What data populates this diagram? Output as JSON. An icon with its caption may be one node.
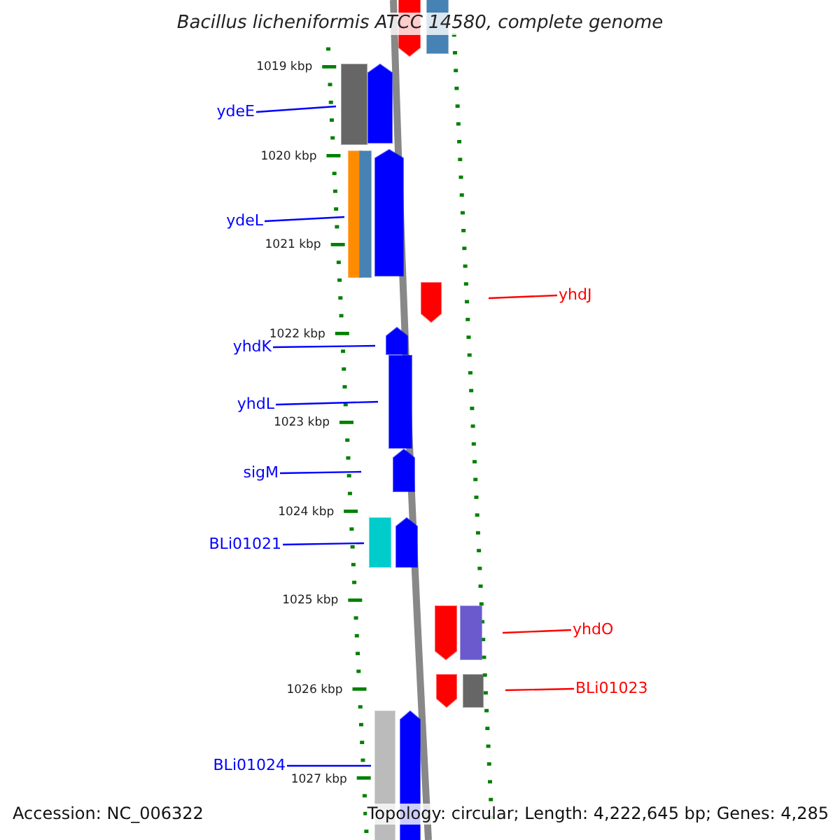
{
  "diagram": {
    "title": "Bacillus licheniformis ATCC 14580, complete genome",
    "nodes": [
      {
        "text": [
          "ydeE"
        ]
      },
      {
        "text": [
          "ydeL"
        ]
      },
      {
        "text": [
          "yhdJ"
        ]
      },
      {
        "text": [
          "yhdK"
        ]
      },
      {
        "text": [
          "yhdL"
        ]
      },
      {
        "text": [
          "sigM"
        ]
      },
      {
        "text": [
          "BLi01021"
        ]
      },
      {
        "text": [
          "yhdO"
        ]
      },
      {
        "text": [
          "BLi01023"
        ]
      },
      {
        "text": [
          "BLi01024"
        ]
      }
    ],
    "edges": [
      {
        "from": 0,
        "to": null,
        "arrow": "none"
      },
      {
        "from": 1,
        "to": null,
        "arrow": "none"
      },
      {
        "from": 2,
        "to": null,
        "arrow": "none",
        "color": "#ff0000"
      },
      {
        "from": 3,
        "to": null,
        "arrow": "none"
      },
      {
        "from": 4,
        "to": null,
        "arrow": "none"
      },
      {
        "from": 5,
        "to": null,
        "arrow": "none"
      },
      {
        "from": 6,
        "to": null,
        "arrow": "none"
      },
      {
        "from": 7,
        "to": null,
        "arrow": "none",
        "color": "#ff0000"
      },
      {
        "from": 8,
        "to": null,
        "arrow": "none",
        "color": "#ff0000"
      },
      {
        "from": 9,
        "to": null,
        "arrow": "none"
      }
    ],
    "labels": [
      "1019 kbp",
      "1020 kbp",
      "1021 kbp",
      "1022 kbp",
      "1023 kbp",
      "1024 kbp",
      "1025 kbp",
      "1026 kbp",
      "1027 kbp",
      "Accession: NC_006322",
      "Topology: circular; Length: 4,222,645 bp; Genes: 4,285"
    ]
  }
}
